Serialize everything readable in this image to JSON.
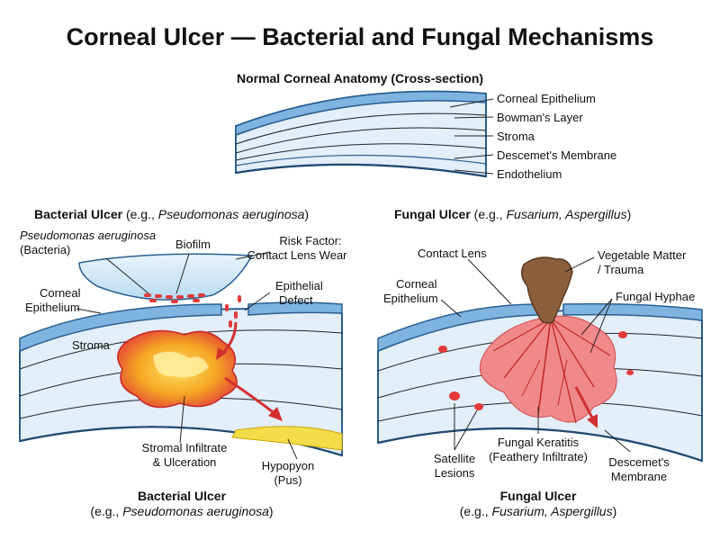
{
  "title": "Corneal Ulcer — Bacterial and Fungal Mechanisms",
  "normal": {
    "heading": "Normal Corneal Anatomy (Cross-section)",
    "layers": [
      "Corneal Epithelium",
      "Bowman's Layer",
      "Stroma",
      "Descemet's Membrane",
      "Endothelium"
    ]
  },
  "bacterial": {
    "heading_bold": "Bacterial Ulcer",
    "heading_pre": " (e.g., ",
    "heading_italic": "Pseudomonas aeruginosa",
    "heading_post": ")",
    "labels": {
      "bacteria_italic": "Pseudomonas aeruginosa",
      "bacteria_sub": "(Bacteria)",
      "biofilm": "Biofilm",
      "risk_1": "Risk Factor:",
      "risk_2": "Contact Lens Wear",
      "epithelium_1": "Corneal",
      "epithelium_2": "Epithelium",
      "defect_1": "Epithelial",
      "defect_2": "Defect",
      "stroma": "Stroma",
      "infiltrate_1": "Stromal Infiltrate",
      "infiltrate_2": "& Ulceration",
      "hypopyon_1": "Hypopyon",
      "hypopyon_2": "(Pus)"
    },
    "caption_bold": "Bacterial Ulcer",
    "caption_pre": "(e.g., ",
    "caption_italic": "Pseudomonas aeruginosa",
    "caption_post": ")"
  },
  "fungal": {
    "heading_bold": "Fungal Ulcer",
    "heading_pre": " (e.g., ",
    "heading_italic": "Fusarium, Aspergillus",
    "heading_post": ")",
    "labels": {
      "contact_lens": "Contact Lens",
      "vegetable_1": "Vegetable Matter",
      "vegetable_2": "/ Trauma",
      "epithelium_1": "Corneal",
      "epithelium_2": "Epithelium",
      "hyphae": "Fungal Hyphae",
      "satellite_1": "Satellite",
      "satellite_2": "Lesions",
      "keratitis_1": "Fungal Keratitis",
      "keratitis_2": "(Feathery Infiltrate)",
      "descemet_1": "Descemet's",
      "descemet_2": "Membrane"
    },
    "caption_bold": "Fungal Ulcer",
    "caption_pre": "(e.g., ",
    "caption_italic": "Fusarium, Aspergillus",
    "caption_post": ")"
  },
  "colors": {
    "cornea_fill": "#e3eef9",
    "cornea_edge": "#2a5f8f",
    "epithelium": "#7fb3e0",
    "infiltrate": "#e23a3a",
    "pus": "#f5dc4a",
    "hyphae": "#f08a8a",
    "trauma": "#8b5e3c"
  }
}
